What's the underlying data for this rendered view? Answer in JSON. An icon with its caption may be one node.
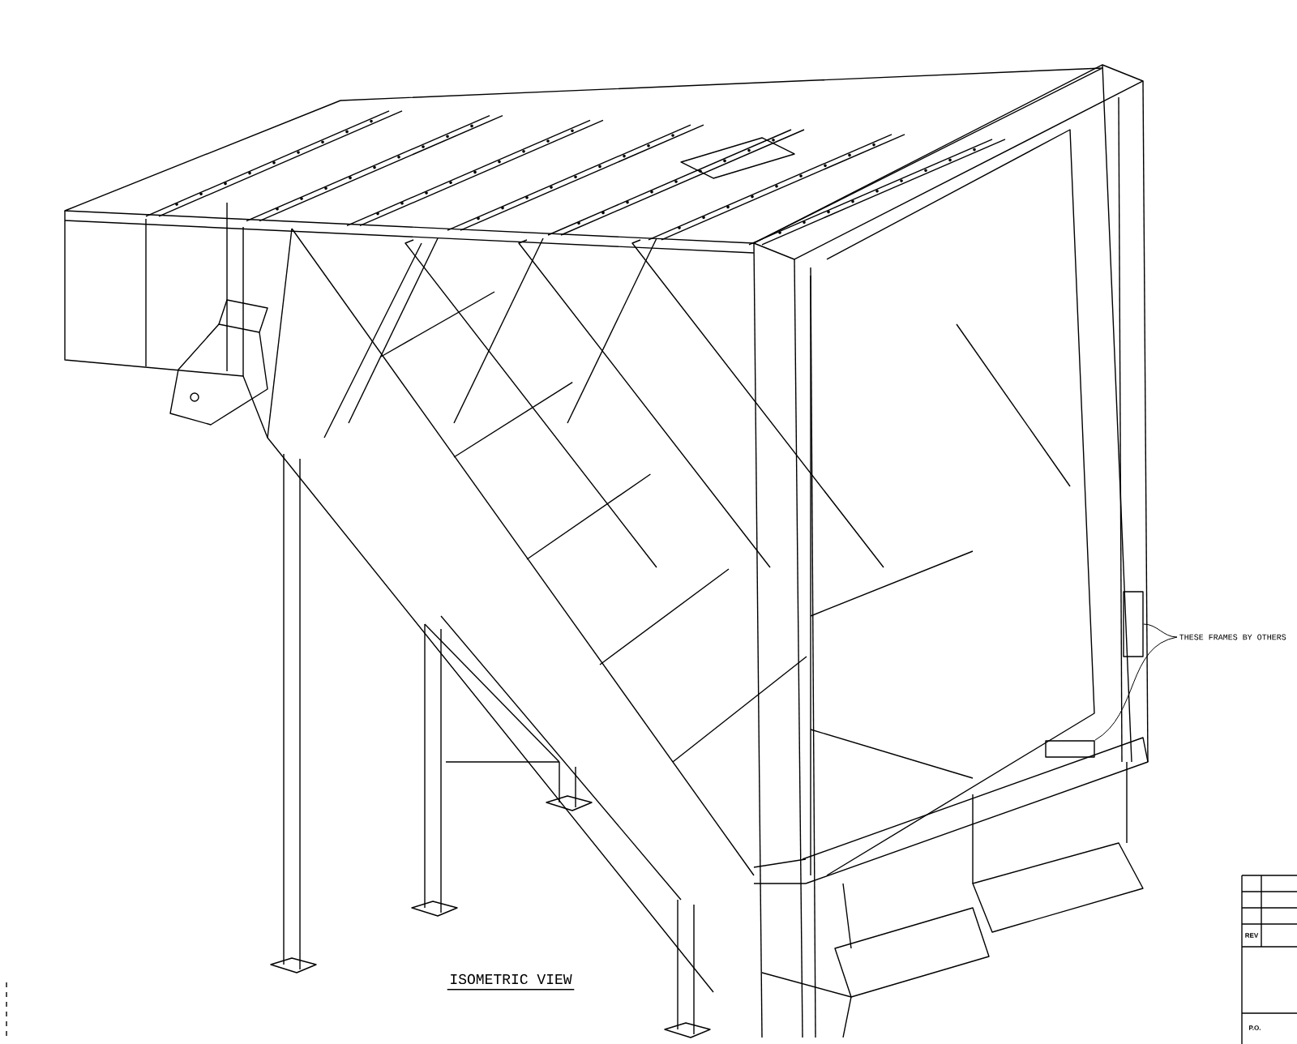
{
  "diagram": {
    "title": "ISOMETRIC VIEW",
    "nodes": [
      {
        "text": [
          "THESE FRAMES BY OTHERS"
        ]
      },
      {
        "text": [],
        "shape": "bar"
      },
      {
        "text": [],
        "shape": "bar"
      }
    ],
    "edges": [
      {
        "from": 0,
        "to": 1,
        "arrow": "none"
      },
      {
        "from": 0,
        "to": 2,
        "arrow": "none"
      }
    ],
    "labels": [
      "REV",
      "P.O."
    ]
  }
}
